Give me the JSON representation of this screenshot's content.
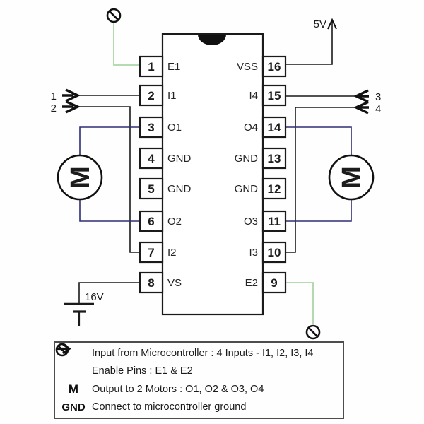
{
  "colors": {
    "line": "#1a1a1a",
    "motor_wire": "#2e2e75",
    "enable_wire": "#aad6a6",
    "legend_border": "#4d4d4d"
  },
  "ic": {
    "left_pins": [
      {
        "number": "1",
        "label": "E1"
      },
      {
        "number": "2",
        "label": "I1"
      },
      {
        "number": "3",
        "label": "O1"
      },
      {
        "number": "4",
        "label": "GND"
      },
      {
        "number": "5",
        "label": "GND"
      },
      {
        "number": "6",
        "label": "O2"
      },
      {
        "number": "7",
        "label": "I2"
      },
      {
        "number": "8",
        "label": "VS"
      }
    ],
    "right_pins": [
      {
        "number": "16",
        "label": "VSS"
      },
      {
        "number": "15",
        "label": "I4"
      },
      {
        "number": "14",
        "label": "O4"
      },
      {
        "number": "13",
        "label": "GND"
      },
      {
        "number": "12",
        "label": "GND"
      },
      {
        "number": "11",
        "label": "O3"
      },
      {
        "number": "10",
        "label": "I3"
      },
      {
        "number": "9",
        "label": "E2"
      }
    ]
  },
  "annotations": {
    "vcc": "5V",
    "battery": "16V",
    "input_1": "1",
    "input_2": "2",
    "input_3": "3",
    "input_4": "4",
    "motor_symbol": "M"
  },
  "legend": {
    "rows": [
      {
        "icon": "input-arrow-icon",
        "text": "Input from Microcontroller : 4 Inputs - I1, I2, I3, I4"
      },
      {
        "icon": "enable-slash-icon",
        "text": "Enable Pins : E1 & E2"
      },
      {
        "icon": "motor-icon",
        "symbol": "M",
        "text": "Output to 2 Motors : O1, O2 & O3, O4"
      },
      {
        "icon": "ground-icon",
        "symbol": "GND",
        "text": "Connect to microcontroller ground"
      }
    ]
  }
}
